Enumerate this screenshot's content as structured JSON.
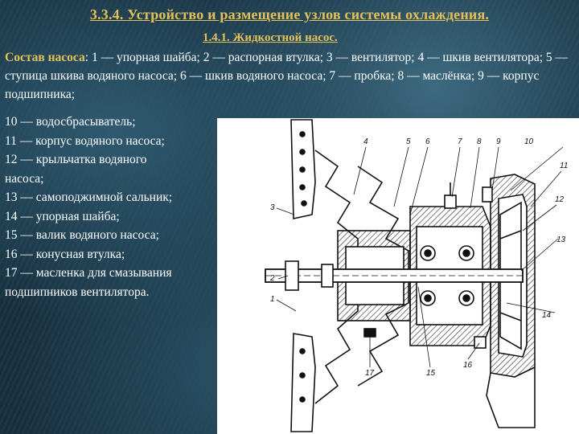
{
  "header": {
    "title": "3.3.4. Устройство и размещение узлов системы охлаждения.",
    "subtitle": "1.4.1. Жидкостной насос."
  },
  "intro": {
    "lead": "Состав насоса",
    "text": ": 1 — упорная шайба; 2 — распорная втулка; 3 — вентилятор; 4 — шкив вентилятора; 5 — ступица шкива водяного насоса; 6 — шкив водяного насоса; 7 — пробка; 8 — маслёнка; 9 — корпус подшипника;"
  },
  "legend": [
    "10 — водосбрасыватель;",
    "11 — корпус водяного насоса;",
    "12 — крыльчатка водяного",
    "насоса;",
    "13 — самоподжимной сальник;",
    "14 — упорная шайба;",
    "15 — валик водяного насоса;",
    "16 — конусная втулка;",
    "17 — масленка для смазывания",
    "подшипников вентилятора."
  ],
  "figure": {
    "callouts": [
      "4",
      "5",
      "6",
      "7",
      "8",
      "9",
      "10",
      "11",
      "12",
      "13",
      "3",
      "2",
      "1",
      "14",
      "16",
      "17",
      "15"
    ]
  }
}
